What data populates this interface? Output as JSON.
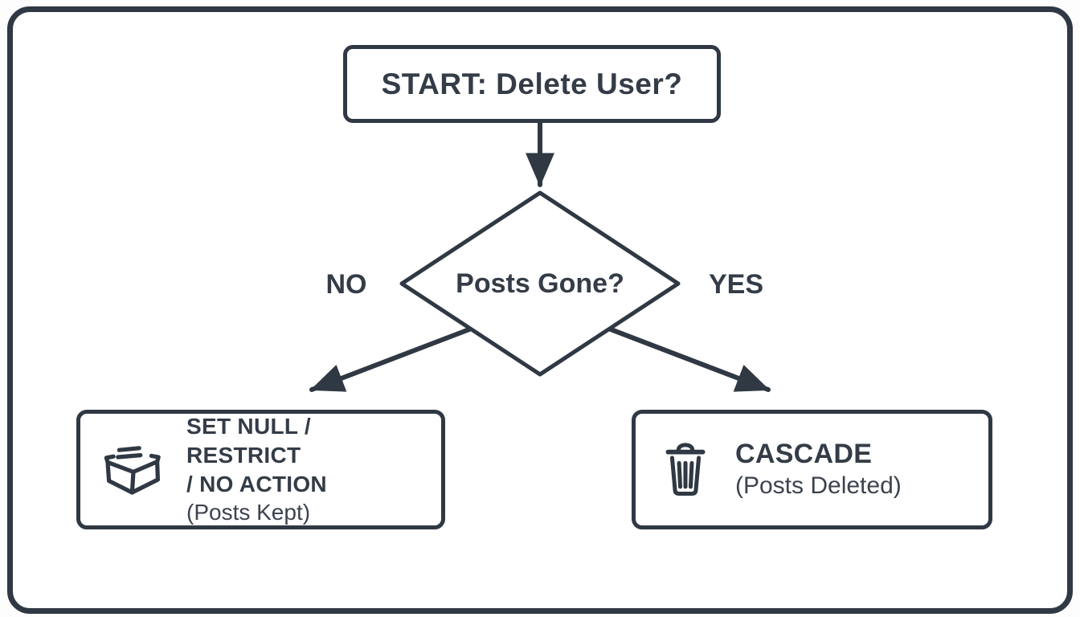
{
  "diagram": {
    "start": {
      "label": "START: Delete User?"
    },
    "decision": {
      "label": "Posts Gone?"
    },
    "branches": {
      "no": {
        "label": "NO"
      },
      "yes": {
        "label": "YES"
      }
    },
    "outcome_no": {
      "icon": "open-box-icon",
      "line1": "SET NULL / RESTRICT",
      "line2": "/ NO ACTION",
      "line3": "(Posts Kept)"
    },
    "outcome_yes": {
      "icon": "trash-icon",
      "title": "CASCADE",
      "subtitle": "(Posts Deleted)"
    },
    "colors": {
      "ink": "#2f3843",
      "text": "#343c47",
      "background": "#ffffff"
    }
  }
}
